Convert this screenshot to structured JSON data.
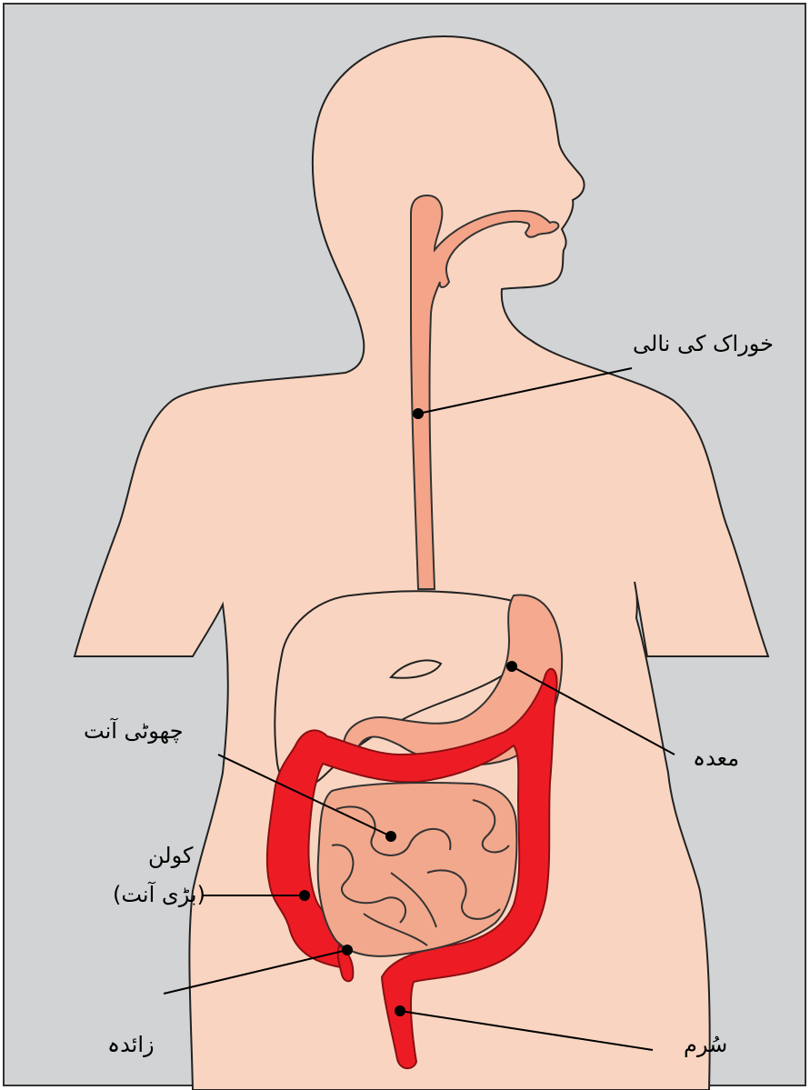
{
  "colors": {
    "background": "#d1d3d4",
    "body": "#f9d5c1",
    "body_outline": "#222222",
    "esophagus": "#f4a488",
    "stomach": "#f5a98e",
    "small_intestine": "#f2a88c",
    "colon": "#ed1c24",
    "leader": "#000000"
  },
  "labels": {
    "esophagus": "خوراک کی نالی",
    "stomach": "معدہ",
    "small_intestine": "چھوٹی آنت",
    "colon": "کولن",
    "colon_note": "(بڑی آنت)",
    "appendix": "زائدہ",
    "rectum": "سُرم"
  }
}
